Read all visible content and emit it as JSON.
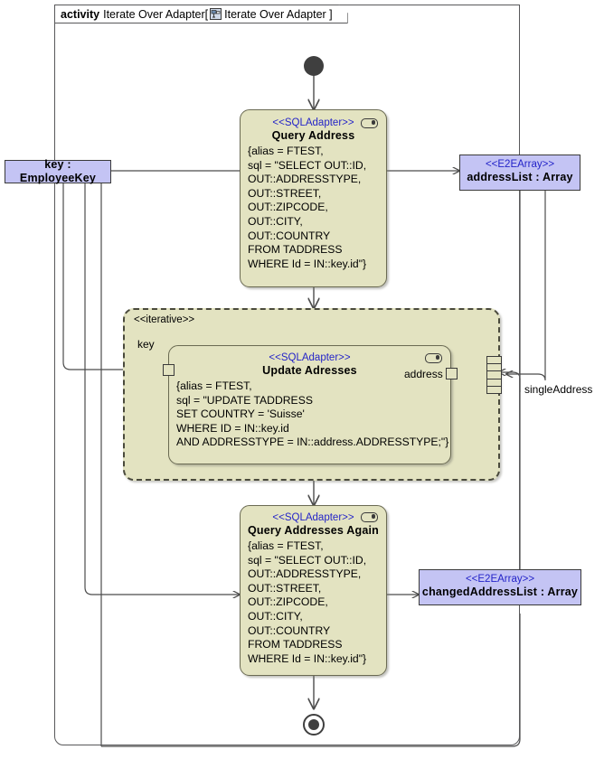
{
  "frame": {
    "keyword": "activity",
    "title": "Iterate Over Adapter[",
    "icon": "activity-diagram-icon",
    "title_ref": "Iterate Over Adapter ]"
  },
  "nodes": {
    "initial": {
      "name": "initial-node"
    },
    "final": {
      "name": "final-node"
    },
    "key_input": {
      "label": "key : EmployeeKey",
      "color": "#c4c4f4"
    },
    "query_address": {
      "stereotype": "<<SQLAdapter>>",
      "name": "Query  Address",
      "body": "{alias = FTEST,\nsql = \"SELECT OUT::ID,\nOUT::ADDRESSTYPE,\nOUT::STREET,\nOUT::ZIPCODE,\nOUT::CITY,\nOUT::COUNTRY\nFROM TADDRESS\nWHERE Id = IN::key.id\"}",
      "color": "#e3e3c1"
    },
    "address_list": {
      "stereotype": "<<E2EArray>>",
      "name": "addressList : Array",
      "color": "#c4c4f4"
    },
    "iterative_region": {
      "label": "<<iterative>>",
      "color": "#e3e3c1"
    },
    "update_addresses": {
      "stereotype": "<<SQLAdapter>>",
      "name": "Update Adresses",
      "body": "{alias = FTEST,\nsql = \"UPDATE TADDRESS\nSET COUNTRY = 'Suisse'\nWHERE ID = IN::key.id\nAND ADDRESSTYPE = IN::address.ADDRESSTYPE;\"}",
      "color": "#e3e3c1",
      "in_pin_label": "key",
      "out_pin_label": "address"
    },
    "single_address": {
      "label": "singleAddress"
    },
    "query_addresses_again": {
      "stereotype": "<<SQLAdapter>>",
      "name": "Query  Addresses Again",
      "body": "{alias = FTEST,\nsql = \"SELECT OUT::ID,\nOUT::ADDRESSTYPE,\nOUT::STREET,\nOUT::ZIPCODE,\nOUT::CITY,\nOUT::COUNTRY\nFROM TADDRESS\nWHERE Id = IN::key.id\"}",
      "color": "#e3e3c1"
    },
    "changed_address_list": {
      "stereotype": "<<E2EArray>>",
      "name": "changedAddressList : Array",
      "color": "#c4c4f4"
    }
  }
}
